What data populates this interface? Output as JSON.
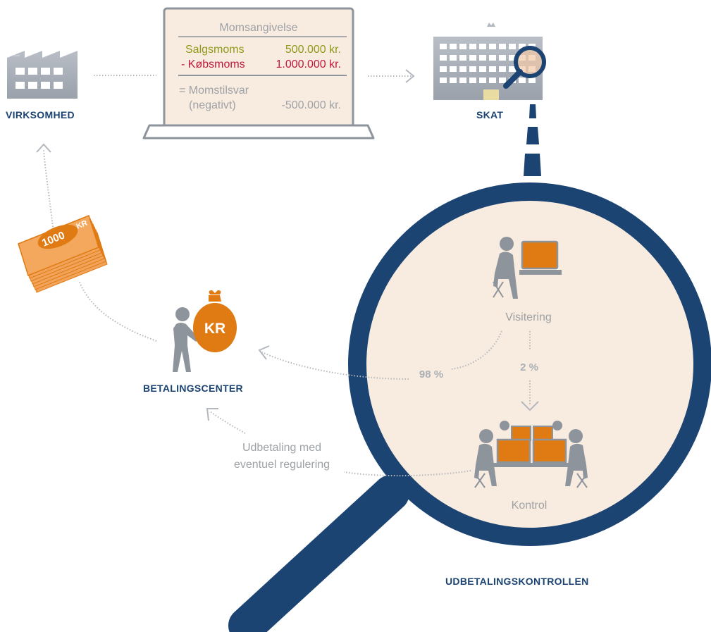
{
  "entities": {
    "virksomhed": "VIRKSOMHED",
    "skat": "SKAT",
    "betalingscenter": "BETALINGSCENTER",
    "udbetalingskontrollen": "UDBETALINGSKONTROLLEN"
  },
  "momsangivelse": {
    "title": "Momsangivelse",
    "row1_label": "Salgsmoms",
    "row1_value": "500.000 kr.",
    "row2_label": "- Købsmoms",
    "row2_value": "1.000.000 kr.",
    "row3_label_line1": "= Momstilsvar",
    "row3_label_line2": "(negativt)",
    "row3_value": "-500.000 kr."
  },
  "flow": {
    "visitering": "Visitering",
    "kontrol": "Kontrol",
    "pct_98": "98 %",
    "pct_2": "2 %",
    "udbetaling_line1": "Udbetaling med",
    "udbetaling_line2": "eventuel regulering"
  },
  "icons": {
    "money_bag_label": "KR",
    "banknote_value": "1000",
    "banknote_currency": "KR"
  },
  "colors": {
    "navy": "#1c4473",
    "orange": "#e07a12",
    "grey": "#9ea2a6",
    "olive": "#8f9a1a",
    "red": "#c0183d",
    "lens_fill": "#f8ebdf"
  }
}
